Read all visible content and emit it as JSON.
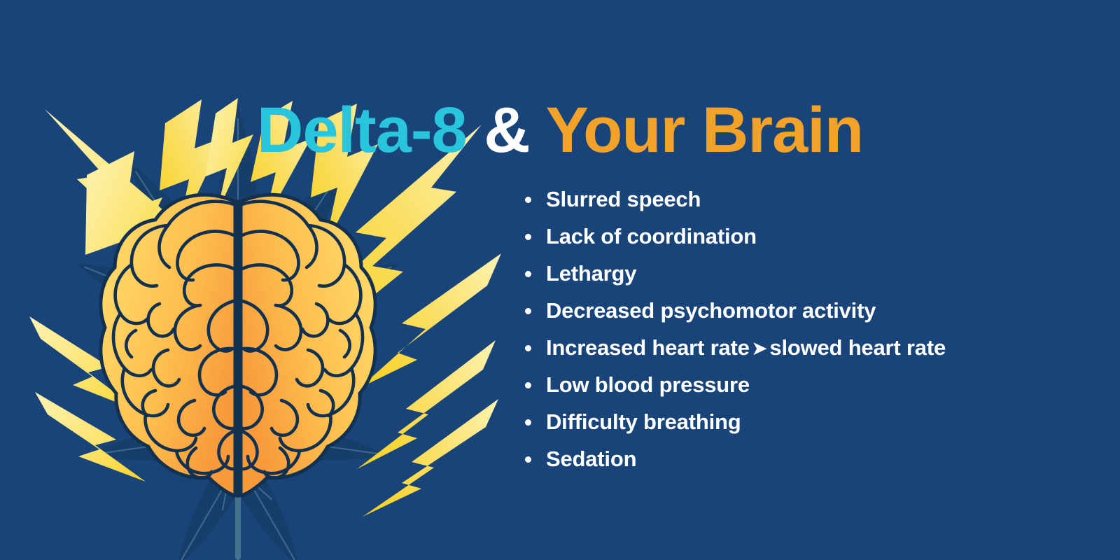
{
  "background_color": "#194479",
  "title": {
    "segment_cyan": "Delta-8",
    "segment_amp": "&",
    "segment_orange": "Your Brain",
    "color_cyan": "#29c5dc",
    "color_white": "#ffffff",
    "color_orange": "#f2a229"
  },
  "symptoms": {
    "items": [
      {
        "text": "Slurred speech"
      },
      {
        "text": "Lack of coordination"
      },
      {
        "text": "Lethargy"
      },
      {
        "text": "Decreased psychomotor activity"
      },
      {
        "text_before": "Increased heart rate",
        "arrow": "➤",
        "text_after": "slowed heart rate"
      },
      {
        "text": "Low blood pressure"
      },
      {
        "text": "Difficulty breathing"
      },
      {
        "text": "Sedation"
      }
    ],
    "bullet_glyph": "•",
    "text_color": "#ffffff"
  },
  "artwork": {
    "brain_label": "human brain illustration",
    "brain_gradient_from": "#ffd95e",
    "brain_gradient_to": "#f79a3c",
    "brain_outline_color": "#12304f",
    "lightning_gradient_from": "#fdf0a8",
    "lightning_gradient_to": "#f9d93b",
    "leaf_color": "#173d69",
    "leaf_vein_color": "#3f7093",
    "leaf_stem_color": "#41738f",
    "bolt_count": 12,
    "leaflet_count": 9
  }
}
